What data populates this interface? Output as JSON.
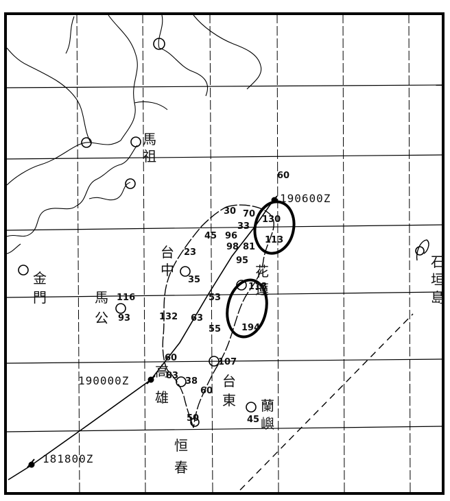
{
  "places": {
    "mazu": [
      "馬",
      "祖"
    ],
    "jinmen": [
      "金",
      "門"
    ],
    "magong": [
      "馬",
      "公"
    ],
    "taizhong": [
      "台",
      "中"
    ],
    "hualian": [
      "花",
      "蓮"
    ],
    "gaoxiong": [
      "高",
      "雄"
    ],
    "taidong": [
      "台",
      "東"
    ],
    "lanyu": [
      "蘭",
      "嶼"
    ],
    "hengchun": [
      "恒",
      "春"
    ],
    "shiyuan": [
      "石",
      "垣",
      "島"
    ]
  },
  "times": {
    "t1": "190600Z",
    "t2": "190000Z",
    "t3": "181800Z"
  },
  "values": {
    "v60_top": "60",
    "v30": "30",
    "v70": "70",
    "v130": "130",
    "v33": "33",
    "v45a": "45",
    "v96": "96",
    "v113": "113",
    "v98": "98",
    "v81": "81",
    "v95": "95",
    "v23": "23",
    "v35": "35",
    "v116": "116",
    "v93": "93",
    "v53": "53",
    "v118": "118",
    "v132": "132",
    "v63": "63",
    "v55": "55",
    "v194": "194",
    "v60_mid": "60",
    "v107": "107",
    "v83": "83",
    "v38": "38",
    "v60_low": "60",
    "v45b": "45",
    "v50": "50"
  }
}
